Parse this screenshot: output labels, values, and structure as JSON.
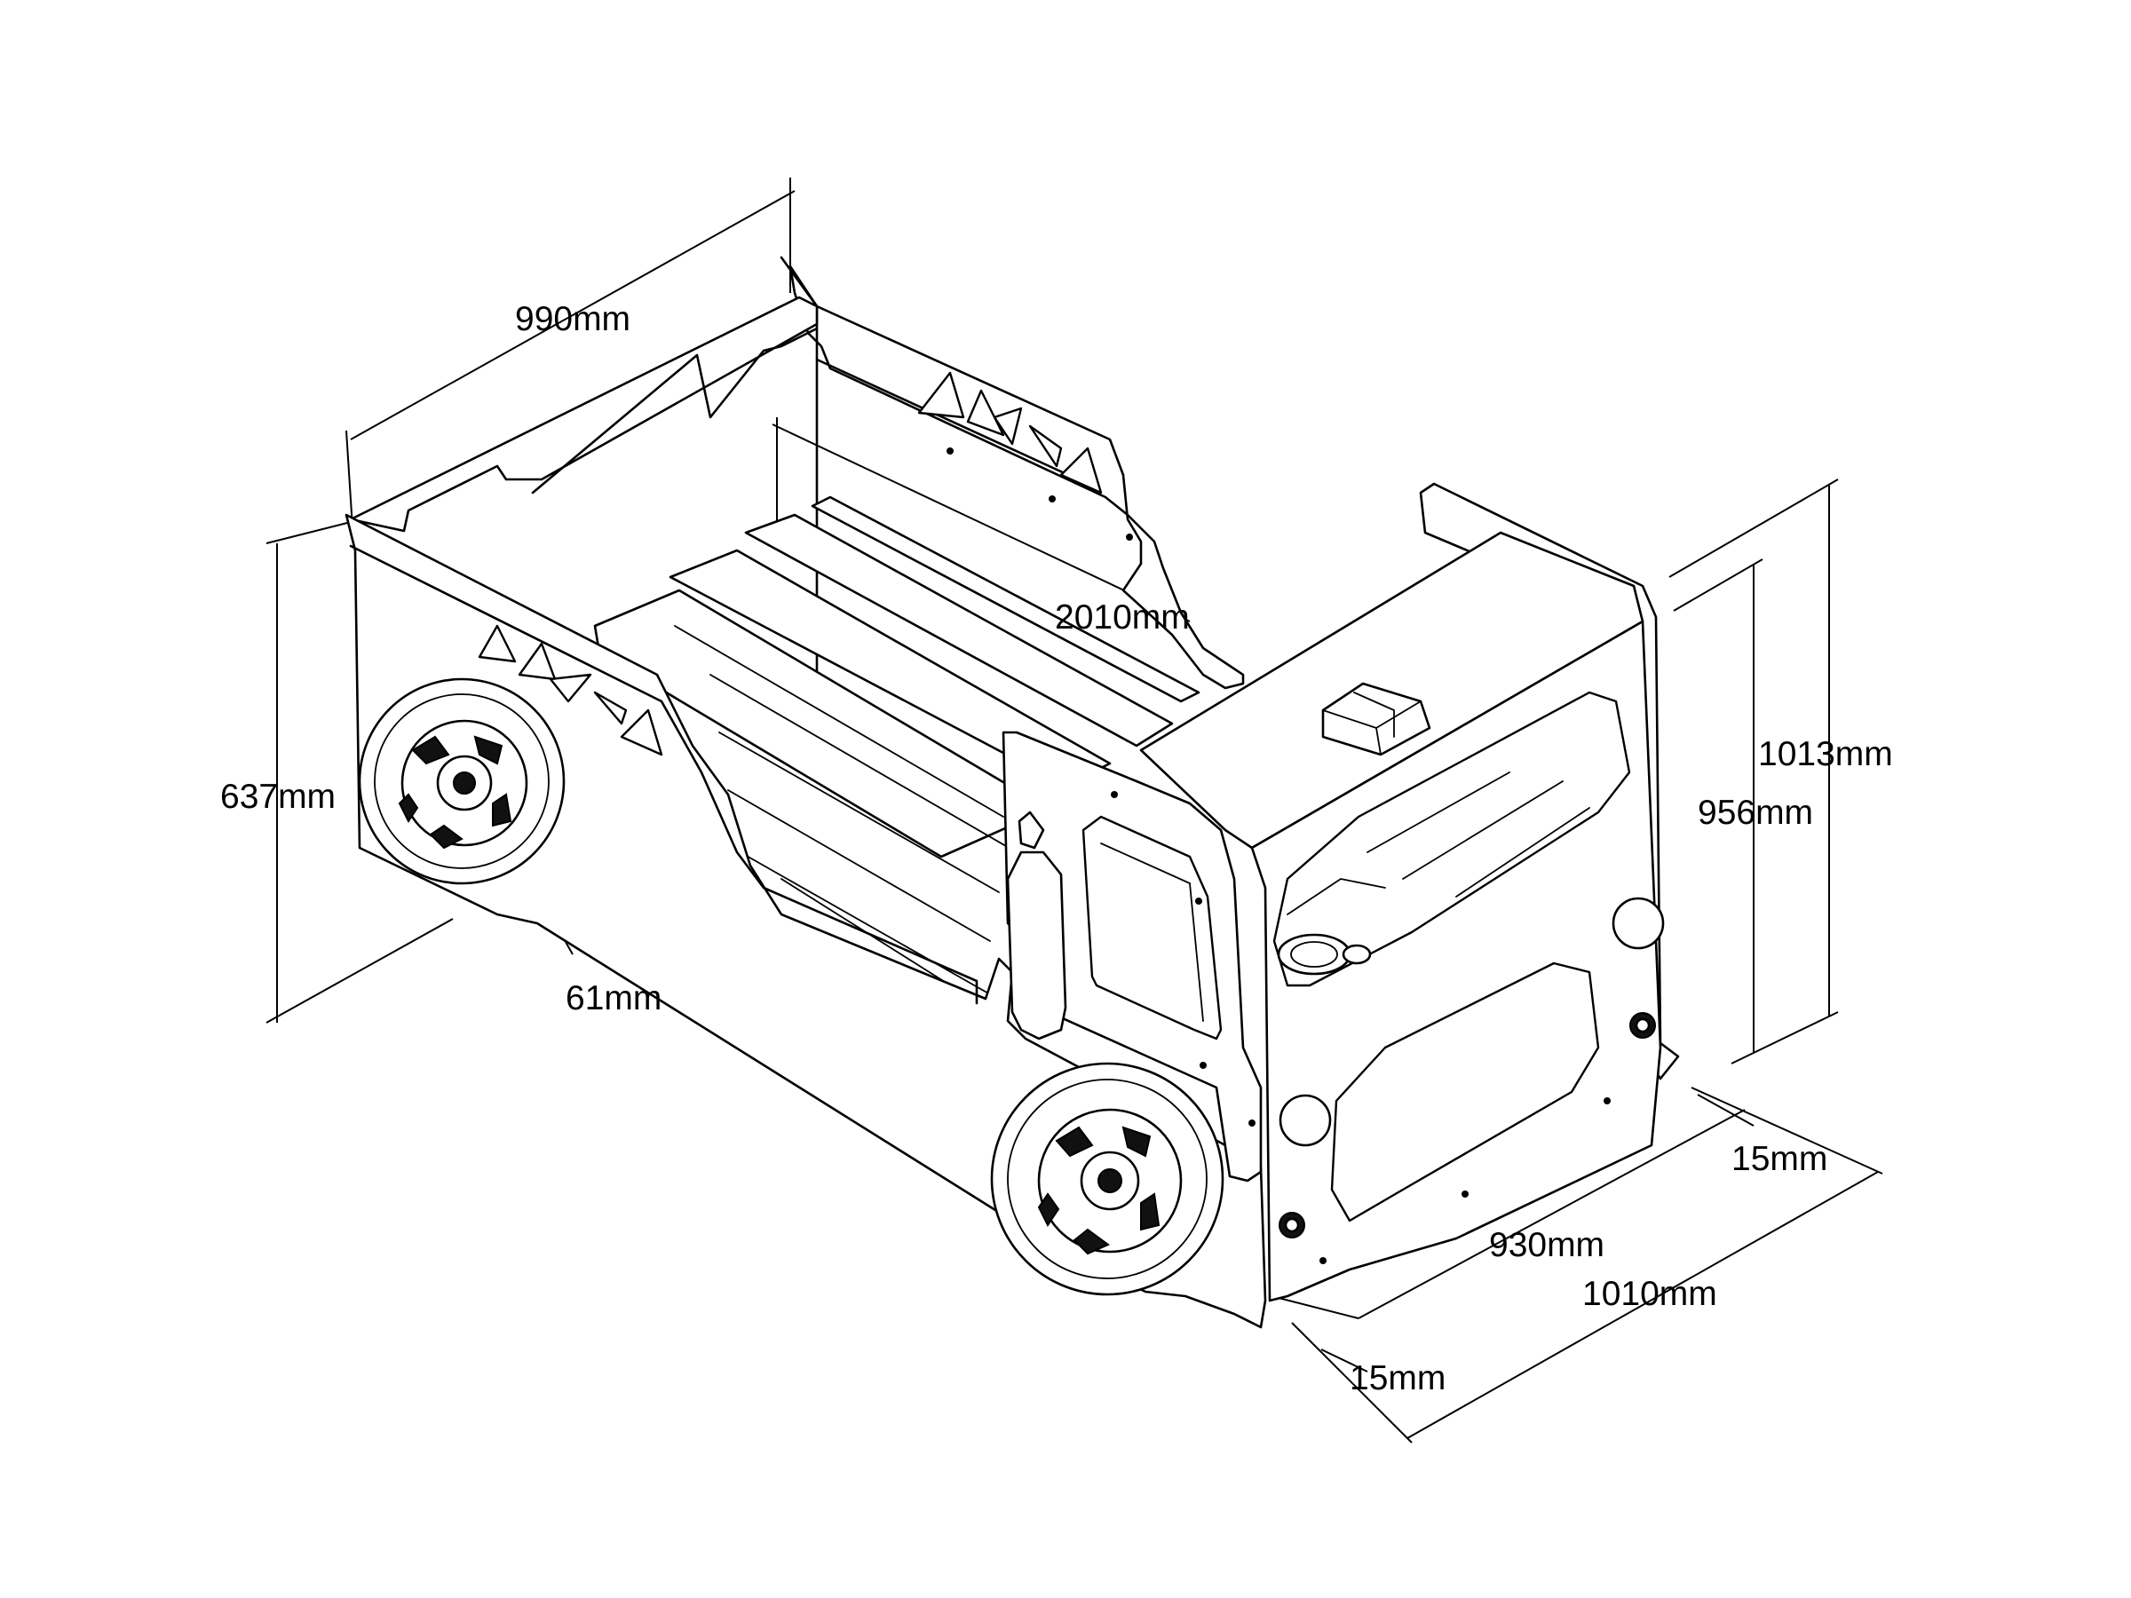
{
  "dimensions": {
    "width_top": "990mm",
    "length": "2010mm",
    "height_side": "637mm",
    "height_total": "1013mm",
    "height_front": "956mm",
    "wheel_offset": "61mm",
    "front_offset_right": "15mm",
    "front_offset_bottom": "15mm",
    "inner_width": "930mm",
    "outer_width": "1010mm"
  }
}
